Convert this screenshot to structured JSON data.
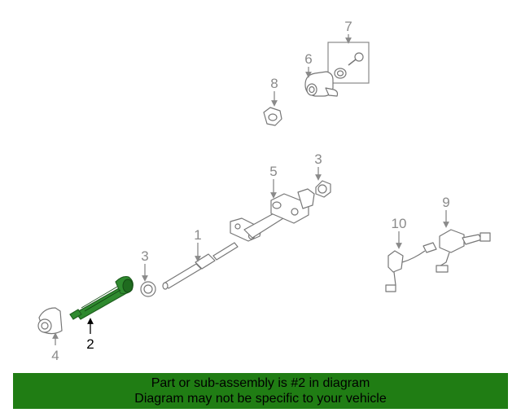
{
  "diagram": {
    "callouts": {
      "c1": "1",
      "c2": "2",
      "c3a": "3",
      "c3b": "3",
      "c4": "4",
      "c5": "5",
      "c6": "6",
      "c7": "7",
      "c8": "8",
      "c9": "9",
      "c10": "10"
    },
    "highlight_part": "2",
    "highlight_color": "#2f8a2f"
  },
  "banner": {
    "line1": "Part or sub-assembly is #2 in diagram",
    "line2": "Diagram may not be specific to your vehicle",
    "color": "#207d14"
  }
}
